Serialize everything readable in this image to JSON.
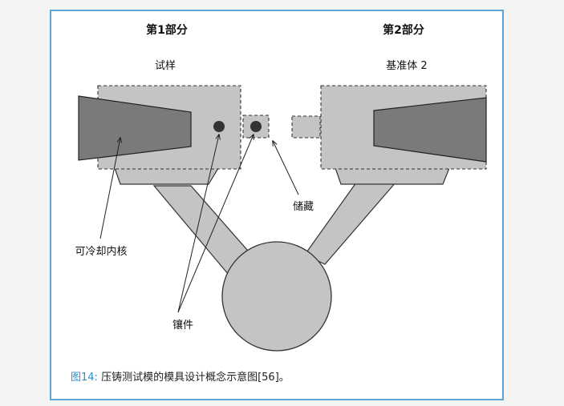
{
  "labels": {
    "part1": "第1部分",
    "part2": "第2部分",
    "specimen": "试样",
    "reference": "基准体 2",
    "coolable_core": "可冷却内核",
    "storage": "储藏",
    "insert": "镶件"
  },
  "caption": {
    "figure_number": "图14:",
    "text": "压铸测试模的模具设计概念示意图[56]。"
  },
  "colors": {
    "frame_border": "#5aa6d6",
    "block_fill": "#c4c4c7",
    "core_fill": "#7a7a7c",
    "caption_accent": "#2a8fcf"
  }
}
